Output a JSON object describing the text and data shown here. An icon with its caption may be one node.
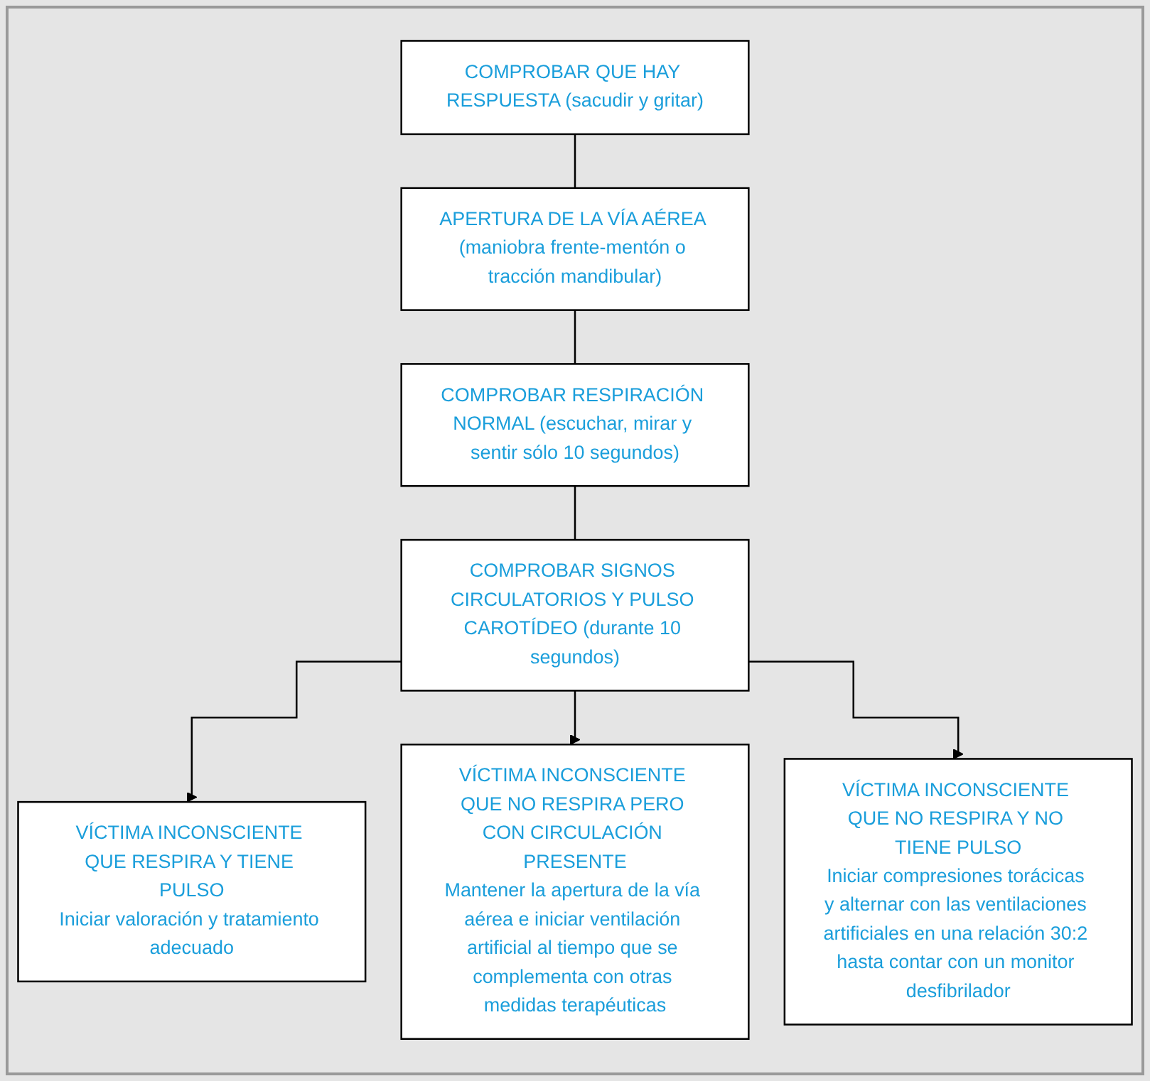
{
  "diagram": {
    "nodes": [
      {
        "text": [
          "COMPROBAR QUE HAY RESPUESTA (sacudir y gritar)"
        ]
      },
      {
        "text": [
          "APERTURA DE LA VÍA AÉREA (maniobra frente-mentón o tracción mandibular)"
        ]
      },
      {
        "text": [
          "COMPROBAR RESPIRACIÓN NORMAL (escuchar, mirar y sentir sólo 10 segundos)"
        ]
      },
      {
        "text": [
          "COMPROBAR SIGNOS CIRCULATORIOS Y PULSO CAROTÍDEO (durante 10 segundos)"
        ]
      },
      {
        "text": [
          "VÍCTIMA INCONSCIENTE QUE RESPIRA Y TIENE PULSO",
          "Iniciar valoración y tratamiento adecuado"
        ]
      },
      {
        "text": [
          "VÍCTIMA INCONSCIENTE QUE NO RESPIRA PERO CON CIRCULACIÓN PRESENTE",
          "Mantener la apertura de la vía aérea e iniciar ventilación artificial al tiempo que se complementa con otras medidas terapéuticas"
        ]
      },
      {
        "text": [
          "VÍCTIMA INCONSCIENTE QUE NO RESPIRA Y NO TIENE PULSO",
          "Iniciar compresiones torácicas y alternar con las ventilaciones artificiales en una relación 30:2 hasta contar con un monitor desfibrilador"
        ]
      }
    ],
    "edges": [
      {
        "from": 0,
        "to": 1,
        "arrow": "none"
      },
      {
        "from": 1,
        "to": 2,
        "arrow": "none"
      },
      {
        "from": 2,
        "to": 3,
        "arrow": "none"
      },
      {
        "from": 3,
        "to": 4,
        "arrow": "to"
      },
      {
        "from": 3,
        "to": 5,
        "arrow": "to"
      },
      {
        "from": 3,
        "to": 6,
        "arrow": "to"
      }
    ]
  }
}
